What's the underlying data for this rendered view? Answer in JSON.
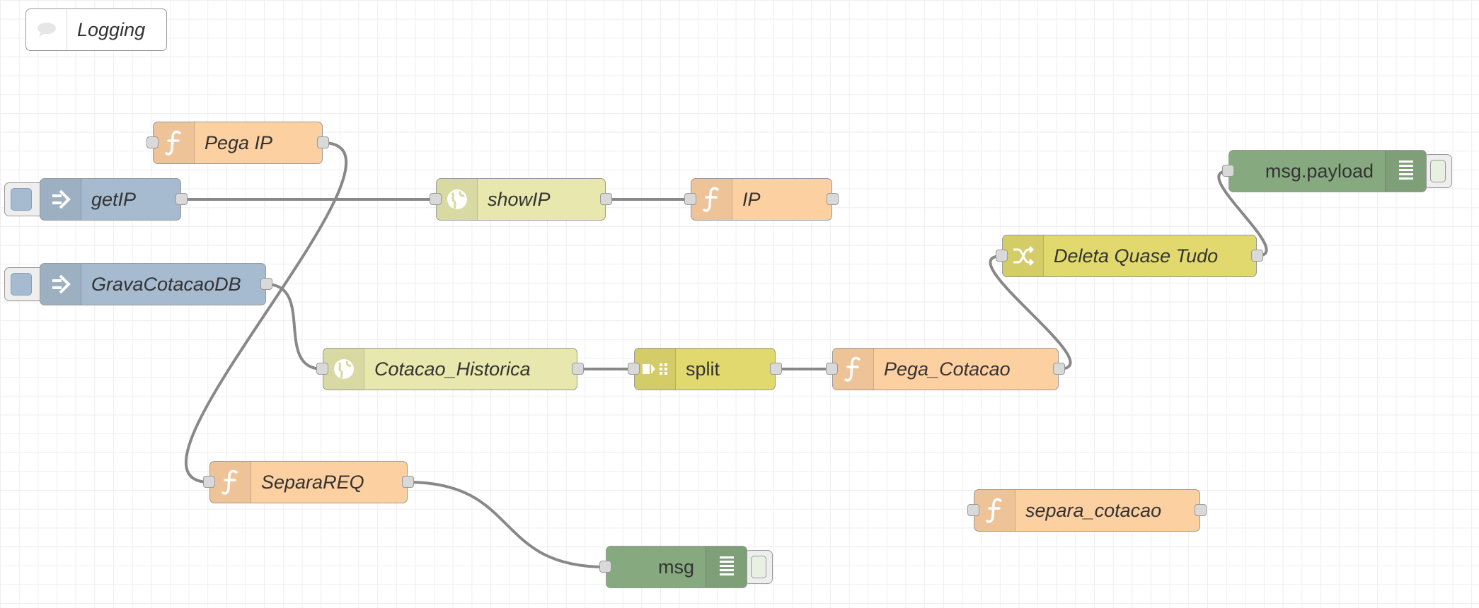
{
  "colors": {
    "function": "#fdd0a2",
    "inject": "#a6bbcf",
    "http_request": "#e7e7ae",
    "split": "#e2d96e",
    "change": "#e2d96e",
    "debug": "#87a980",
    "wire": "#888888",
    "port": "#d9d9d9",
    "grid": "#eeeeee"
  },
  "comment": {
    "label": "Logging",
    "icon": "comment-icon"
  },
  "nodes": {
    "pega_ip": {
      "label": "Pega IP",
      "type": "function",
      "icon": "function-icon"
    },
    "get_ip": {
      "label": "getIP",
      "type": "inject",
      "icon": "inject-icon"
    },
    "show_ip": {
      "label": "showIP",
      "type": "http request",
      "icon": "globe-icon"
    },
    "ip": {
      "label": "IP",
      "type": "function",
      "icon": "function-icon"
    },
    "grava_cotacao_db": {
      "label": "GravaCotacaoDB",
      "type": "inject",
      "icon": "inject-icon"
    },
    "cotacao_historica": {
      "label": "Cotacao_Historica",
      "type": "http request",
      "icon": "globe-icon"
    },
    "split": {
      "label": "split",
      "type": "split",
      "icon": "split-icon"
    },
    "pega_cotacao": {
      "label": "Pega_Cotacao",
      "type": "function",
      "icon": "function-icon"
    },
    "deleta_quase_tudo": {
      "label": "Deleta Quase Tudo",
      "type": "change",
      "icon": "shuffle-icon"
    },
    "msg_payload": {
      "label": "msg.payload",
      "type": "debug",
      "icon": "debug-icon"
    },
    "separa_req": {
      "label": "SeparaREQ",
      "type": "function",
      "icon": "function-icon"
    },
    "msg": {
      "label": "msg",
      "type": "debug",
      "icon": "debug-icon"
    },
    "separa_cotacao": {
      "label": "separa_cotacao",
      "type": "function",
      "icon": "function-icon"
    }
  },
  "wires": [
    [
      "get_ip",
      "show_ip"
    ],
    [
      "show_ip",
      "ip"
    ],
    [
      "pega_ip",
      "separa_req"
    ],
    [
      "grava_cotacao_db",
      "cotacao_historica"
    ],
    [
      "cotacao_historica",
      "split"
    ],
    [
      "split",
      "pega_cotacao"
    ],
    [
      "pega_cotacao",
      "deleta_quase_tudo"
    ],
    [
      "deleta_quase_tudo",
      "msg_payload"
    ],
    [
      "separa_req",
      "msg"
    ]
  ]
}
